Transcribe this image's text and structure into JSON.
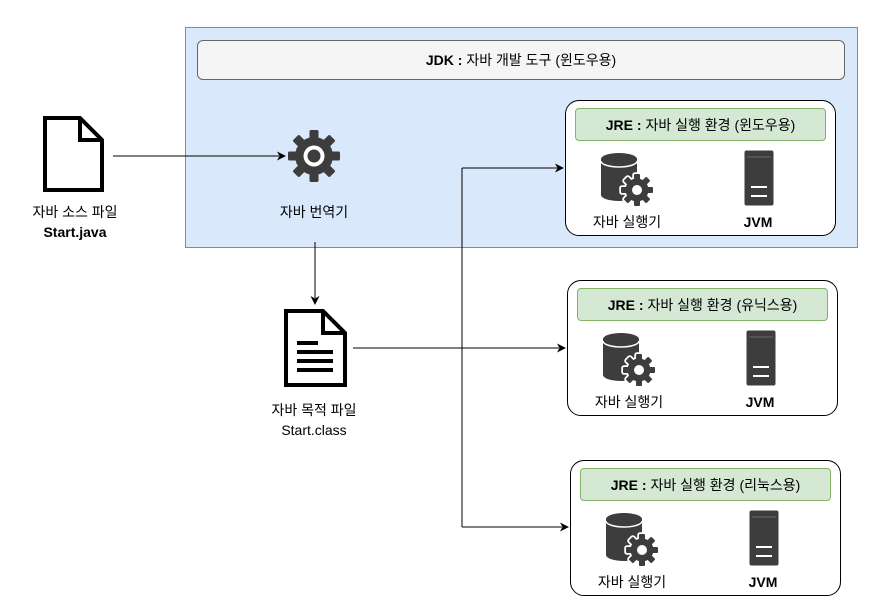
{
  "jdk": {
    "title_prefix": "JDK :",
    "title_text": "자바 개발 도구 (윈도우용)"
  },
  "source_file": {
    "icon": "file-icon",
    "label": "자바 소스 파일",
    "filename": "Start.java"
  },
  "compiler": {
    "icon": "gear-icon",
    "label": "자바 번역기"
  },
  "class_file": {
    "icon": "document-text-icon",
    "label": "자바 목적 파일",
    "filename": "Start.class"
  },
  "jre_environments": [
    {
      "title_prefix": "JRE :",
      "title_text": "자바 실행 환경 (윈도우용)",
      "runner_icon": "database-gear-icon",
      "runner_label": "자바 실행기",
      "vm_icon": "server-icon",
      "vm_label": "JVM"
    },
    {
      "title_prefix": "JRE :",
      "title_text": "자바 실행 환경 (유닉스용)",
      "runner_icon": "database-gear-icon",
      "runner_label": "자바 실행기",
      "vm_icon": "server-icon",
      "vm_label": "JVM"
    },
    {
      "title_prefix": "JRE :",
      "title_text": "자바 실행 환경 (리눅스용)",
      "runner_icon": "database-gear-icon",
      "runner_label": "자바 실행기",
      "vm_icon": "server-icon",
      "vm_label": "JVM"
    }
  ],
  "colors": {
    "jdk_fill": "#dae8fc",
    "jdk_border": "#6c8ebf",
    "header_fill": "#f5f5f5",
    "header_border": "#666666",
    "jre_fill": "#d5e8d4",
    "jre_border": "#82b366",
    "icon_dark": "#3d3d3d",
    "line": "#000000"
  }
}
